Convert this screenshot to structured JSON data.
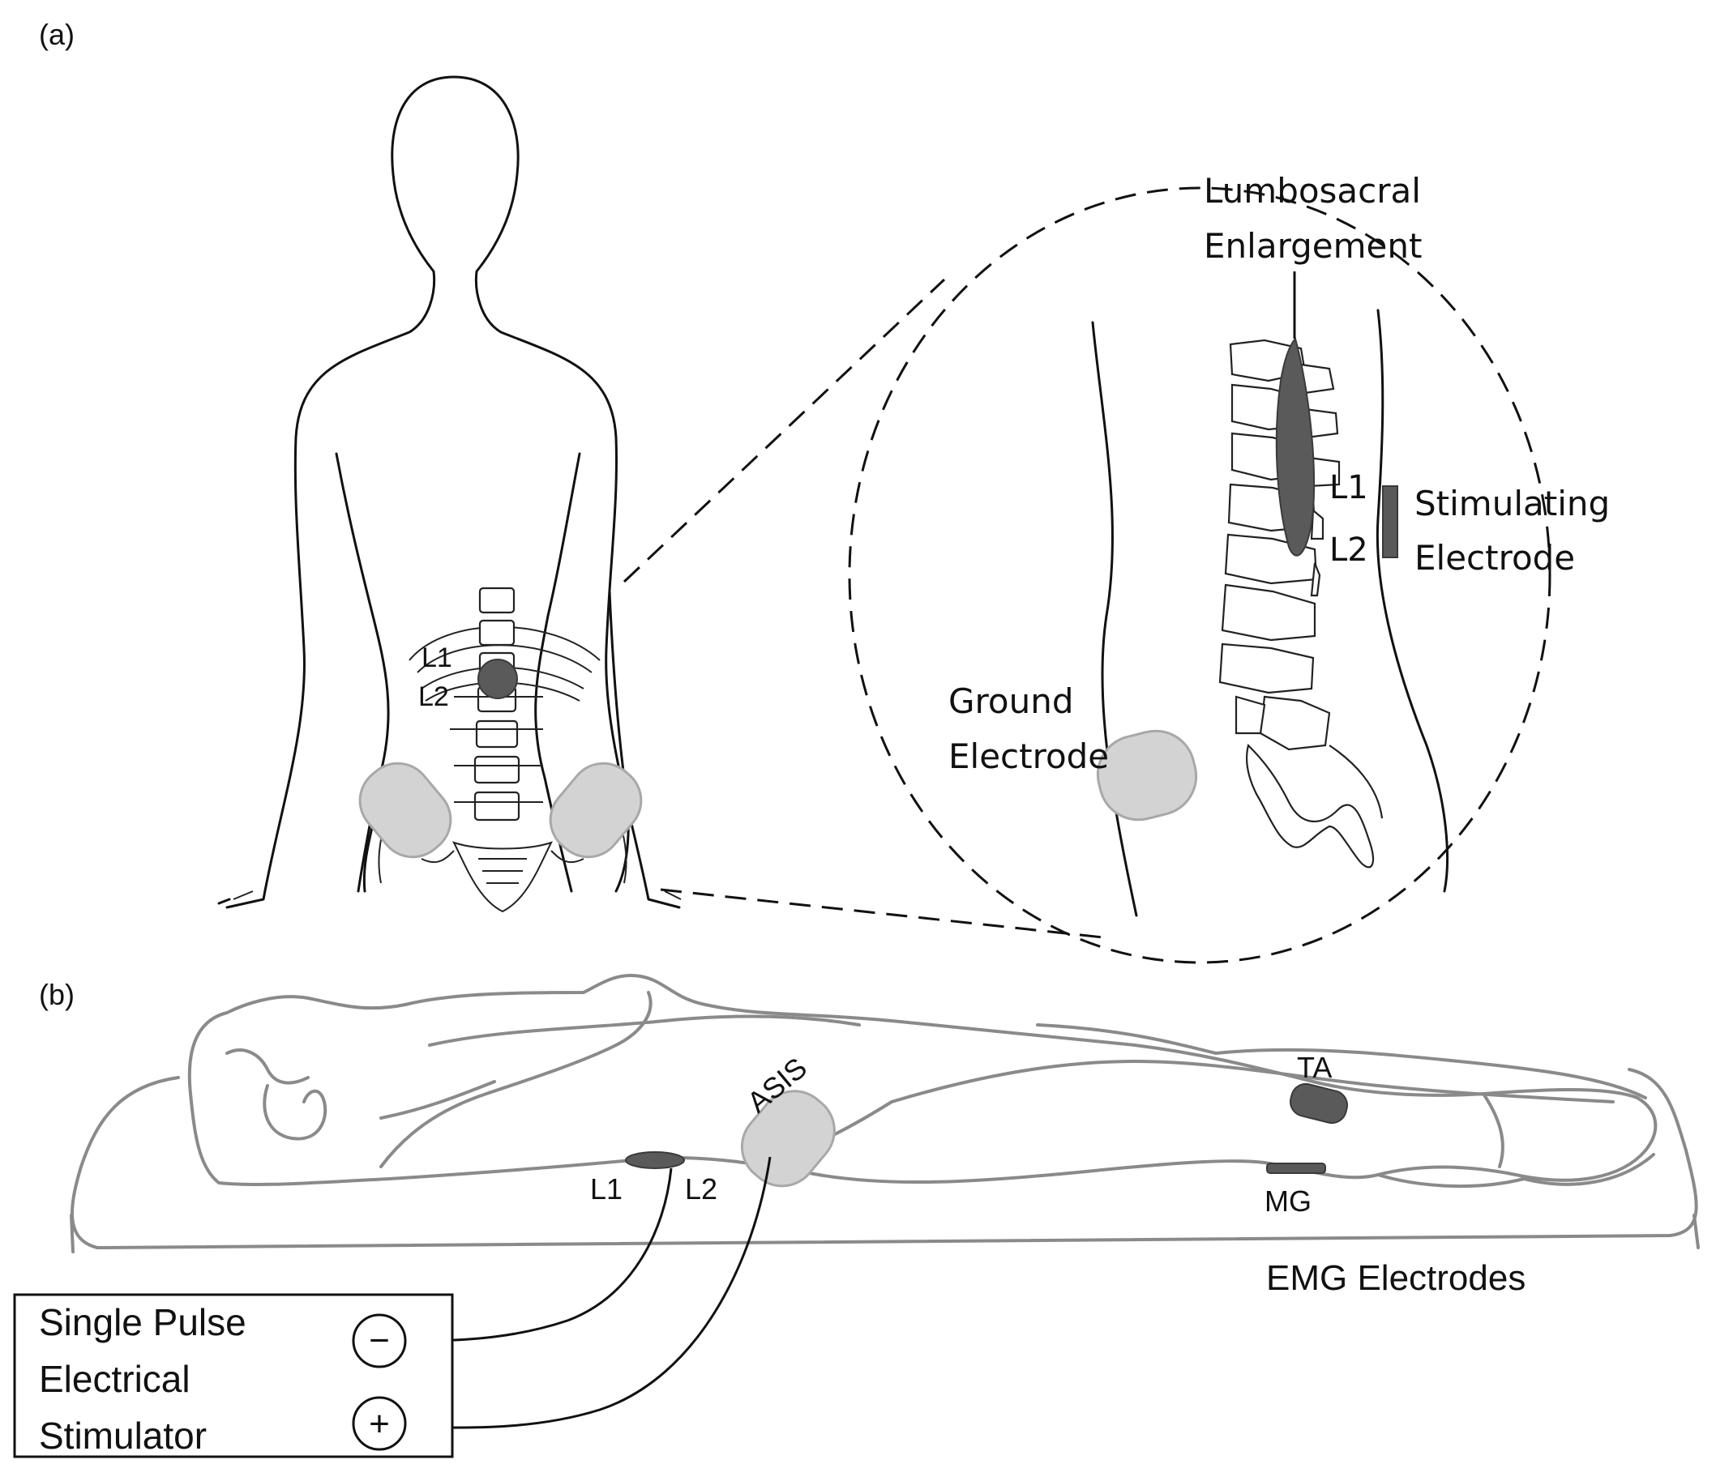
{
  "panels": {
    "a": "(a)",
    "b": "(b)"
  },
  "torso": {
    "label_l1": "L1",
    "label_l2": "L2"
  },
  "zoom": {
    "enlargement_line1": "Lumbosacral",
    "enlargement_line2": "Enlargement",
    "label_l1": "L1",
    "label_l2": "L2",
    "stim_line1": "Stimulating",
    "stim_line2": "Electrode",
    "ground_line1": "Ground",
    "ground_line2": "Electrode"
  },
  "supine": {
    "asis": "ASIS",
    "ta": "TA",
    "mg": "MG",
    "l1": "L1",
    "l2": "L2",
    "emg": "EMG Electrodes"
  },
  "stimulator": {
    "line1": "Single Pulse",
    "line2": "Electrical",
    "line3": "Stimulator",
    "minus": "−",
    "plus": "+"
  },
  "colors": {
    "outline": "#111111",
    "electrode_pad": "#d3d3d3",
    "dark_electrode": "#5a5a5a",
    "supine_outline": "#8a8a8a"
  }
}
